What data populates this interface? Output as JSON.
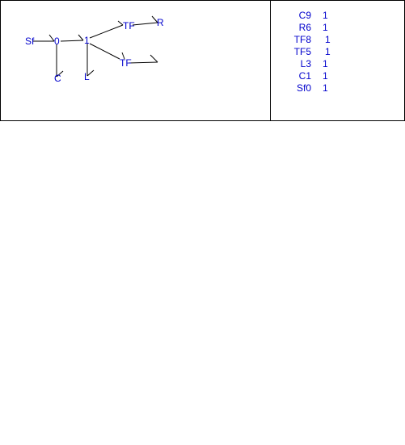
{
  "diagram": {
    "nodes": [
      {
        "id": "sf",
        "label": "Sf"
      },
      {
        "id": "j0",
        "label": "0"
      },
      {
        "id": "c",
        "label": "C"
      },
      {
        "id": "j1",
        "label": "1"
      },
      {
        "id": "l",
        "label": "L"
      },
      {
        "id": "tf_top",
        "label": "TF"
      },
      {
        "id": "r",
        "label": "R"
      },
      {
        "id": "tf_mid",
        "label": "TF"
      }
    ],
    "edges": [
      {
        "from": "sf",
        "to": "j0"
      },
      {
        "from": "j0",
        "to": "c"
      },
      {
        "from": "j0",
        "to": "j1"
      },
      {
        "from": "j1",
        "to": "l"
      },
      {
        "from": "j1",
        "to": "tf_top"
      },
      {
        "from": "tf_top",
        "to": "r"
      },
      {
        "from": "j1",
        "to": "tf_mid"
      },
      {
        "from": "tf_mid",
        "to": "open"
      }
    ]
  },
  "legend": {
    "items": [
      {
        "name": "C9",
        "count": "1"
      },
      {
        "name": "R6",
        "count": "1"
      },
      {
        "name": "TF8",
        "count": "1"
      },
      {
        "name": "TF5",
        "count": "1"
      },
      {
        "name": "L3",
        "count": "1"
      },
      {
        "name": "C1",
        "count": "1"
      },
      {
        "name": "Sf0",
        "count": "1"
      }
    ]
  },
  "colors": {
    "label": "#0000cc",
    "bond": "#000000",
    "border": "#000000"
  }
}
